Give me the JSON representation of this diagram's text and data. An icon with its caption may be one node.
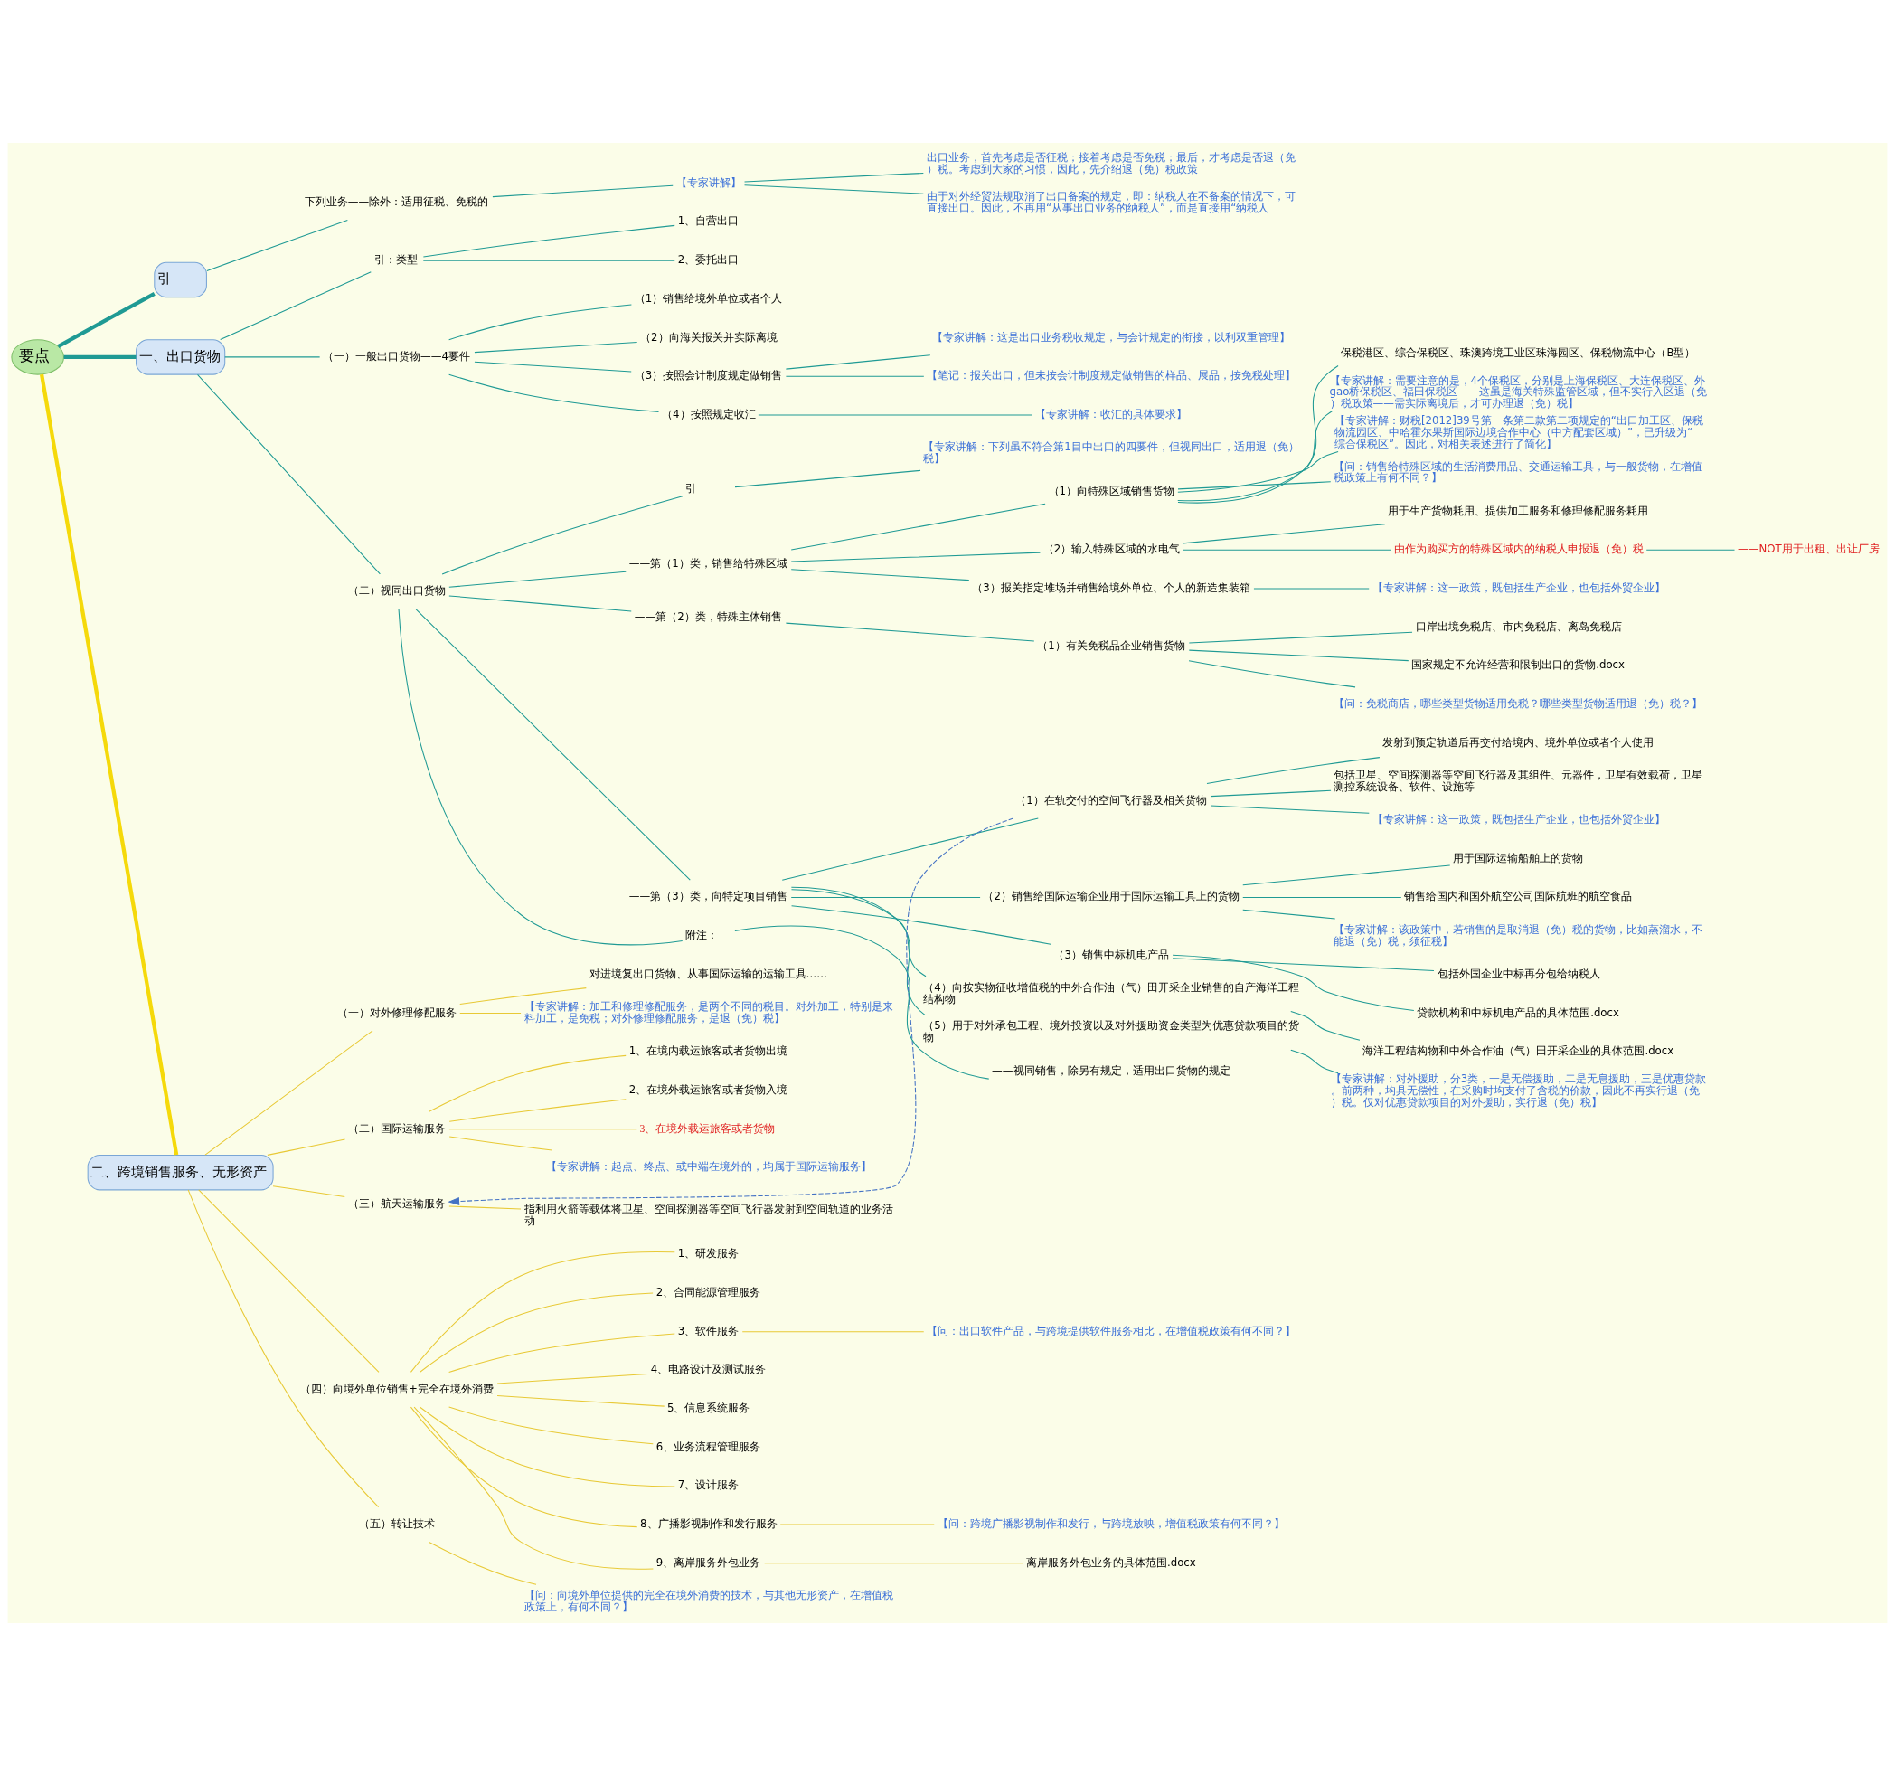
{
  "diagram": {
    "nodes": [
      {
        "text": [
          "要点"
        ]
      },
      {
        "text": [
          "引"
        ]
      },
      {
        "text": [
          "下列业务——除外：适用征税、免税的"
        ]
      },
      {
        "text": [
          "【专家讲解】"
        ]
      },
      {
        "text": [
          "出口业务，首先考虑是否征税；接着考虑是否免税；最后，才考虑是否退（免）税。考虑到大家的习惯，因此，先介绍退（免）税政策"
        ]
      },
      {
        "text": [
          "由于对外经贸法规取消了出口备案的规定，即：纳税人在不备案的情况下，可直接出口。因此，不再用“从事出口业务的纳税人”，而是直接用“纳税人"
        ]
      },
      {
        "text": [
          "一、出口货物"
        ]
      },
      {
        "text": [
          "引：类型"
        ]
      },
      {
        "text": [
          "1、自营出口"
        ]
      },
      {
        "text": [
          "2、委托出口"
        ]
      },
      {
        "text": [
          "（一）一般出口货物——4要件"
        ]
      },
      {
        "text": [
          "（1）销售给境外单位或者个人"
        ]
      },
      {
        "text": [
          "（2）向海关报关并实际离境"
        ]
      },
      {
        "text": [
          "（3）按照会计制度规定做销售"
        ]
      },
      {
        "text": [
          "【专家讲解：这是出口业务税收规定，与会计规定的衔接，以利双重管理】"
        ]
      },
      {
        "text": [
          "【笔记：报关出口，但未按会计制度规定做销售的样品、展品，按免税处理】"
        ]
      },
      {
        "text": [
          "（4）按照规定收汇"
        ]
      },
      {
        "text": [
          "【专家讲解：收汇的具体要求】"
        ]
      },
      {
        "text": [
          "（二）视同出口货物"
        ]
      },
      {
        "text": [
          "引"
        ]
      },
      {
        "text": [
          "【专家讲解：下列虽不符合第1目中出口的四要件，但视同出口，适用退（免）税】"
        ]
      },
      {
        "text": [
          "——第（1）类，销售给特殊区域"
        ]
      },
      {
        "text": [
          "（1）向特殊区域销售货物"
        ]
      },
      {
        "text": [
          "保税港区、综合保税区、珠澳跨境工业区珠海园区、保税物流中心（B型）"
        ]
      },
      {
        "text": [
          "【专家讲解：需要注意的是，4个保税区，分别是上海保税区、大连保税区、外gao桥保税区、福田保税区——这虽是海关特殊监管区域，但不实行入区退（免）税政策——需实际离境后，才可办理退（免）税】"
        ]
      },
      {
        "text": [
          "【专家讲解：财税[2012]39号第一条第二款第二项规定的“出口加工区、保税物流园区、中哈霍尔果斯国际边境合作中心（中方配套区域）”，已升级为“综合保税区”。因此，对相关表述进行了简化】"
        ]
      },
      {
        "text": [
          "【问：销售给特殊区域的生活消费用品、交通运输工具，与一般货物，在增值税政策上有何不同？】"
        ]
      },
      {
        "text": [
          "（2）输入特殊区域的水电气"
        ]
      },
      {
        "text": [
          "用于生产货物耗用、提供加工服务和修理修配服务耗用"
        ]
      },
      {
        "text": [
          "由作为购买方的特殊区域内的纳税人申报退（免）税"
        ]
      },
      {
        "text": [
          "——NOT用于出租、出让厂房"
        ]
      },
      {
        "text": [
          "（3）报关指定堆场并销售给境外单位、个人的新造集装箱"
        ]
      },
      {
        "text": [
          "【专家讲解：这一政策，既包括生产企业，也包括外贸企业】"
        ]
      },
      {
        "text": [
          "——第（2）类，特殊主体销售"
        ]
      },
      {
        "text": [
          "（1）有关免税品企业销售货物"
        ]
      },
      {
        "text": [
          "口岸出境免税店、市内免税店、离岛免税店"
        ]
      },
      {
        "text": [
          "国家规定不允许经营和限制出口的货物.docx"
        ]
      },
      {
        "text": [
          "【问：免税商店，哪些类型货物适用免税？哪些类型货物适用退（免）税？】"
        ]
      },
      {
        "text": [
          "——第（3）类，向特定项目销售"
        ]
      },
      {
        "text": [
          "（1）在轨交付的空间飞行器及相关货物"
        ]
      },
      {
        "text": [
          "发射到预定轨道后再交付给境内、境外单位或者个人使用"
        ]
      },
      {
        "text": [
          "包括卫星、空间探测器等空间飞行器及其组件、元器件，卫星有效载荷，卫星测控系统设备、软件、设施等"
        ]
      },
      {
        "text": [
          "【专家讲解：这一政策，既包括生产企业，也包括外贸企业】"
        ]
      },
      {
        "text": [
          "（2）销售给国际运输企业用于国际运输工具上的货物"
        ]
      },
      {
        "text": [
          "用于国际运输船舶上的货物"
        ]
      },
      {
        "text": [
          "销售给国内和国外航空公司国际航班的航空食品"
        ]
      },
      {
        "text": [
          "【专家讲解：该政策中，若销售的是取消退（免）税的货物，比如蒸溜水，不能退（免）税，须征税】"
        ]
      },
      {
        "text": [
          "（3）销售中标机电产品"
        ]
      },
      {
        "text": [
          "包括外国企业中标再分包给纳税人"
        ]
      },
      {
        "text": [
          "贷款机构和中标机电产品的具体范围.docx"
        ]
      },
      {
        "text": [
          "（4）向按实物征收增值税的中外合作油（气）田开采企业销售的自产海洋工程结构物"
        ]
      },
      {
        "text": [
          "海洋工程结构物和中外合作油（气）田开采企业的具体范围.docx"
        ]
      },
      {
        "text": [
          "（5）用于对外承包工程、境外投资以及对外援助资金类型为优惠贷款项目的货物"
        ]
      },
      {
        "text": [
          "【专家讲解：对外援助，分3类，一是无偿援助，二是无息援助，三是优惠贷款。前两种，均具无偿性，在采购时均支付了含税的价款，因此不再实行退（免）税。仅对优惠贷款项目的对外援助，实行退（免）税】"
        ]
      },
      {
        "text": [
          "附注："
        ]
      },
      {
        "text": [
          "——视同销售，除另有规定，适用出口货物的规定"
        ]
      },
      {
        "text": [
          "二、跨境销售服务、无形资产"
        ]
      },
      {
        "text": [
          "（一）对外修理修配服务"
        ]
      },
      {
        "text": [
          "对进境复出口货物、从事国际运输的运输工具……"
        ]
      },
      {
        "text": [
          "【专家讲解：加工和修理修配服务，是两个不同的税目。对外加工，特别是来料加工，是免税；对外修理修配服务，是退（免）税】"
        ]
      },
      {
        "text": [
          "（二）国际运输服务"
        ]
      },
      {
        "text": [
          "1、在境内载运旅客或者货物出境"
        ]
      },
      {
        "text": [
          "2、在境外载运旅客或者货物入境"
        ]
      },
      {
        "text": [
          "3、在境外载运旅客或者货物"
        ]
      },
      {
        "text": [
          "【专家讲解：起点、终点、或中端在境外的，均属于国际运输服务】"
        ]
      },
      {
        "text": [
          "（三）航天运输服务"
        ]
      },
      {
        "text": [
          "指利用火箭等载体将卫星、空间探测器等空间飞行器发射到空间轨道的业务活动"
        ]
      },
      {
        "text": [
          "（四）向境外单位销售+完全在境外消费"
        ]
      },
      {
        "text": [
          "1、研发服务"
        ]
      },
      {
        "text": [
          "2、合同能源管理服务"
        ]
      },
      {
        "text": [
          "3、软件服务"
        ]
      },
      {
        "text": [
          "【问：出口软件产品，与跨境提供软件服务相比，在增值税政策有何不同？】"
        ]
      },
      {
        "text": [
          "4、电路设计及测试服务"
        ]
      },
      {
        "text": [
          "5、信息系统服务"
        ]
      },
      {
        "text": [
          "6、业务流程管理服务"
        ]
      },
      {
        "text": [
          "7、设计服务"
        ]
      },
      {
        "text": [
          "8、广播影视制作和发行服务"
        ]
      },
      {
        "text": [
          "【问：跨境广播影视制作和发行，与跨境放映，增值税政策有何不同？】"
        ]
      },
      {
        "text": [
          "9、离岸服务外包业务"
        ]
      },
      {
        "text": [
          "离岸服务外包业务的具体范围.docx"
        ]
      },
      {
        "text": [
          "（五）转让技术"
        ]
      },
      {
        "text": [
          "【问：向境外单位提供的完全在境外消费的技术，与其他无形资产，在增值税政策上，有何不同？】"
        ]
      }
    ],
    "edges": [
      {
        "from": 0,
        "to": 1,
        "arrow": "none",
        "style": "thick"
      },
      {
        "from": 1,
        "to": 2,
        "arrow": "none"
      },
      {
        "from": 2,
        "to": 3,
        "arrow": "none"
      },
      {
        "from": 3,
        "to": 4,
        "arrow": "none"
      },
      {
        "from": 3,
        "to": 5,
        "arrow": "none"
      },
      {
        "from": 0,
        "to": 6,
        "arrow": "none",
        "style": "thick"
      },
      {
        "from": 6,
        "to": 7,
        "arrow": "none"
      },
      {
        "from": 7,
        "to": 8,
        "arrow": "none"
      },
      {
        "from": 7,
        "to": 9,
        "arrow": "none"
      },
      {
        "from": 6,
        "to": 10,
        "arrow": "none"
      },
      {
        "from": 10,
        "to": 11,
        "arrow": "none"
      },
      {
        "from": 10,
        "to": 12,
        "arrow": "none"
      },
      {
        "from": 10,
        "to": 13,
        "arrow": "none"
      },
      {
        "from": 13,
        "to": 14,
        "arrow": "none"
      },
      {
        "from": 13,
        "to": 15,
        "arrow": "none"
      },
      {
        "from": 10,
        "to": 16,
        "arrow": "none"
      },
      {
        "from": 16,
        "to": 17,
        "arrow": "none"
      },
      {
        "from": 6,
        "to": 18,
        "arrow": "none"
      },
      {
        "from": 18,
        "to": 19,
        "arrow": "none"
      },
      {
        "from": 19,
        "to": 20,
        "arrow": "none"
      },
      {
        "from": 18,
        "to": 21,
        "arrow": "none"
      },
      {
        "from": 21,
        "to": 22,
        "arrow": "none"
      },
      {
        "from": 22,
        "to": 23,
        "arrow": "none"
      },
      {
        "from": 22,
        "to": 24,
        "arrow": "none"
      },
      {
        "from": 22,
        "to": 25,
        "arrow": "none"
      },
      {
        "from": 22,
        "to": 26,
        "arrow": "none"
      },
      {
        "from": 21,
        "to": 27,
        "arrow": "none"
      },
      {
        "from": 27,
        "to": 28,
        "arrow": "none"
      },
      {
        "from": 27,
        "to": 29,
        "arrow": "none"
      },
      {
        "from": 29,
        "to": 30,
        "arrow": "none"
      },
      {
        "from": 21,
        "to": 31,
        "arrow": "none"
      },
      {
        "from": 31,
        "to": 32,
        "arrow": "none"
      },
      {
        "from": 18,
        "to": 33,
        "arrow": "none"
      },
      {
        "from": 33,
        "to": 34,
        "arrow": "none"
      },
      {
        "from": 34,
        "to": 35,
        "arrow": "none"
      },
      {
        "from": 34,
        "to": 36,
        "arrow": "none"
      },
      {
        "from": 34,
        "to": 37,
        "arrow": "none"
      },
      {
        "from": 18,
        "to": 38,
        "arrow": "none"
      },
      {
        "from": 38,
        "to": 39,
        "arrow": "none"
      },
      {
        "from": 39,
        "to": 40,
        "arrow": "none"
      },
      {
        "from": 39,
        "to": 41,
        "arrow": "none"
      },
      {
        "from": 39,
        "to": 42,
        "arrow": "none"
      },
      {
        "from": 38,
        "to": 43,
        "arrow": "none"
      },
      {
        "from": 43,
        "to": 44,
        "arrow": "none"
      },
      {
        "from": 43,
        "to": 45,
        "arrow": "none"
      },
      {
        "from": 43,
        "to": 46,
        "arrow": "none"
      },
      {
        "from": 38,
        "to": 47,
        "arrow": "none"
      },
      {
        "from": 47,
        "to": 48,
        "arrow": "none"
      },
      {
        "from": 47,
        "to": 49,
        "arrow": "none"
      },
      {
        "from": 38,
        "to": 50,
        "arrow": "none"
      },
      {
        "from": 50,
        "to": 51,
        "arrow": "none"
      },
      {
        "from": 38,
        "to": 52,
        "arrow": "none"
      },
      {
        "from": 52,
        "to": 53,
        "arrow": "none"
      },
      {
        "from": 18,
        "to": 54,
        "arrow": "none"
      },
      {
        "from": 54,
        "to": 55,
        "arrow": "none"
      },
      {
        "from": 0,
        "to": 56,
        "arrow": "none",
        "style": "thick",
        "color": "#f5d90a"
      },
      {
        "from": 56,
        "to": 57,
        "arrow": "none",
        "color": "#e8c936"
      },
      {
        "from": 57,
        "to": 58,
        "arrow": "none",
        "color": "#e8c936"
      },
      {
        "from": 57,
        "to": 59,
        "arrow": "none",
        "color": "#e8c936"
      },
      {
        "from": 56,
        "to": 60,
        "arrow": "none",
        "color": "#e8c936"
      },
      {
        "from": 60,
        "to": 61,
        "arrow": "none",
        "color": "#e8c936"
      },
      {
        "from": 60,
        "to": 62,
        "arrow": "none",
        "color": "#e8c936"
      },
      {
        "from": 60,
        "to": 63,
        "arrow": "none",
        "color": "#e8c936"
      },
      {
        "from": 60,
        "to": 64,
        "arrow": "none",
        "color": "#e8c936"
      },
      {
        "from": 56,
        "to": 65,
        "arrow": "none",
        "color": "#e8c936"
      },
      {
        "from": 65,
        "to": 66,
        "arrow": "none",
        "color": "#e8c936"
      },
      {
        "from": 56,
        "to": 67,
        "arrow": "none",
        "color": "#e8c936"
      },
      {
        "from": 67,
        "to": 68,
        "arrow": "none",
        "color": "#e8c936"
      },
      {
        "from": 67,
        "to": 69,
        "arrow": "none",
        "color": "#e8c936"
      },
      {
        "from": 67,
        "to": 70,
        "arrow": "none",
        "color": "#e8c936"
      },
      {
        "from": 70,
        "to": 71,
        "arrow": "none",
        "color": "#e8c936"
      },
      {
        "from": 67,
        "to": 72,
        "arrow": "none",
        "color": "#e8c936"
      },
      {
        "from": 67,
        "to": 73,
        "arrow": "none",
        "color": "#e8c936"
      },
      {
        "from": 67,
        "to": 74,
        "arrow": "none",
        "color": "#e8c936"
      },
      {
        "from": 67,
        "to": 75,
        "arrow": "none",
        "color": "#e8c936"
      },
      {
        "from": 67,
        "to": 76,
        "arrow": "none",
        "color": "#e8c936"
      },
      {
        "from": 76,
        "to": 77,
        "arrow": "none",
        "color": "#e8c936"
      },
      {
        "from": 67,
        "to": 78,
        "arrow": "none",
        "color": "#e8c936"
      },
      {
        "from": 78,
        "to": 79,
        "arrow": "none",
        "color": "#e8c936"
      },
      {
        "from": 56,
        "to": 80,
        "arrow": "none",
        "color": "#e8c936"
      },
      {
        "from": 80,
        "to": 81,
        "arrow": "none",
        "color": "#e8c936"
      },
      {
        "from": 39,
        "to": 65,
        "arrow": "to",
        "style": "dashed",
        "color": "#4472c4"
      }
    ]
  }
}
